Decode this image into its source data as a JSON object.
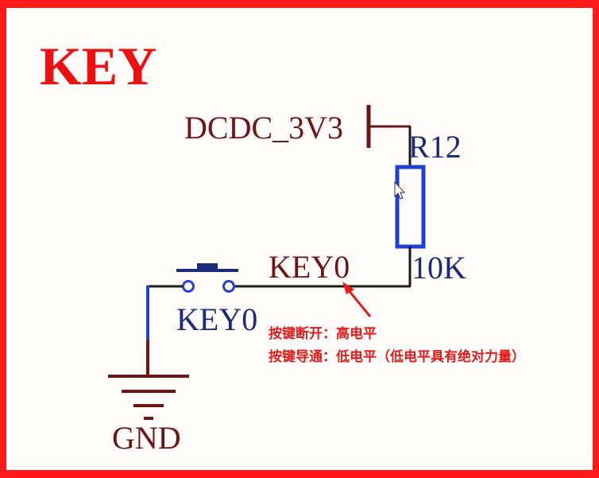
{
  "title": "KEY",
  "power_net_label": "DCDC_3V3",
  "resistor": {
    "designator": "R12",
    "value": "10K"
  },
  "net_label": "KEY0",
  "switch_label": "KEY0",
  "ground_label": "GND",
  "annotation": {
    "line1": "按键断开：高电平",
    "line2": "按键导通：低电平（低电平具有绝对力量）"
  },
  "colors": {
    "border": "#ff1a1a",
    "title": "#ee1111",
    "net_dark": "#6b1515",
    "component_blue": "#1a2a7a",
    "resistor_blue": "#1f3fd6",
    "annotation_red": "#e31b1b"
  }
}
